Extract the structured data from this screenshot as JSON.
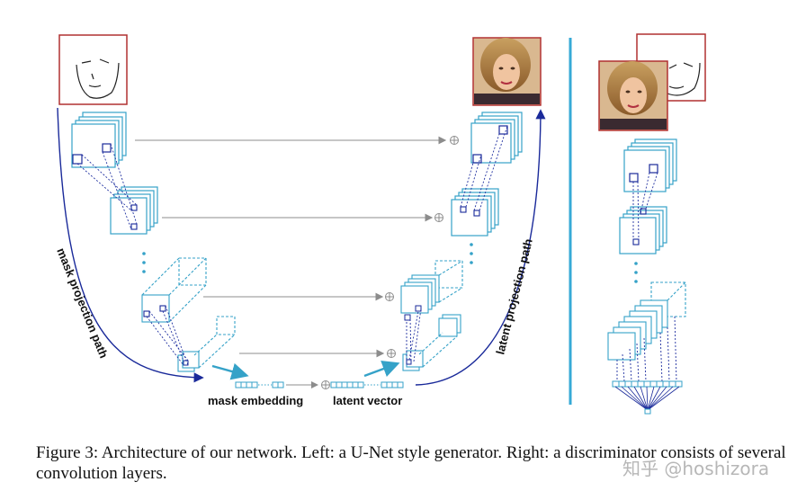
{
  "labels": {
    "mask_projection": "mask projection path",
    "latent_projection": "latent projection path",
    "mask_embedding": "mask embedding",
    "latent_vector": "latent vector"
  },
  "caption": {
    "text": "Figure 3: Architecture of our network. Left: a U-Net style generator. Right: a discriminator consists of several convolution layers."
  },
  "watermark": "知乎 @hoshizora",
  "colors": {
    "layer": "#35a2c8",
    "divider": "#36a9d6",
    "path_arc": "#1a2a9a",
    "dotted": "#2030a0",
    "frame": "#b03030",
    "skip": "#8c8c8c"
  },
  "icons": {
    "sketch": "face-sketch-icon",
    "photo": "face-photo-icon",
    "sum": "plus-circle-icon"
  }
}
